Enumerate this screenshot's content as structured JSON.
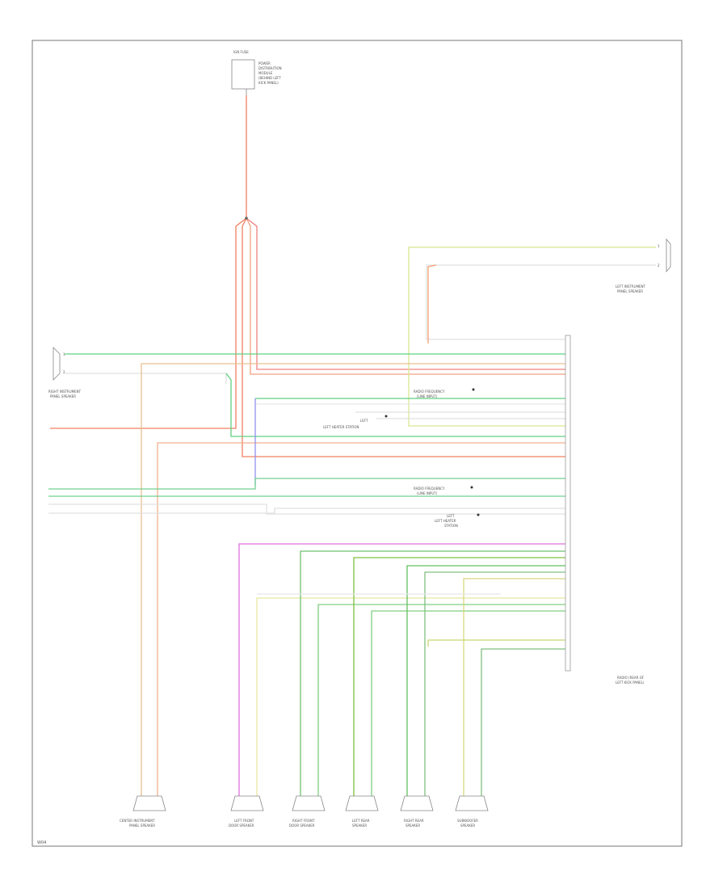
{
  "diagram": {
    "fuse": {
      "title": "IGN FUSE",
      "labels": [
        "POWER",
        "DISTRIBUTION",
        "MODULE",
        "(BEHIND LEFT",
        "KICK PANEL)"
      ]
    },
    "top_right_speaker": {
      "pins": [
        "1",
        "2"
      ],
      "label_lines": [
        "LEFT INSTRUMENT",
        "PANEL SPEAKER"
      ]
    },
    "left_speaker": {
      "pins": [
        "1",
        "2"
      ],
      "label_lines": [
        "RIGHT INSTRUMENT",
        "PANEL SPEAKER"
      ]
    },
    "main_connector": {
      "label_lines": [
        "RADIO (REAR OF",
        "LEFT KICK PANEL)"
      ]
    },
    "notes": [
      {
        "lines": [
          "RADIO FREQUENCY",
          "(LINE INPUT)"
        ]
      },
      {
        "lines": [
          "LEFT",
          "LEFT HEATER STATION"
        ]
      },
      {
        "lines": [
          "RADIO FREQUENCY",
          "(LINE INPUT)"
        ]
      },
      {
        "lines": [
          "LEFT",
          "LEFT HEATER",
          "STATION"
        ]
      }
    ],
    "speakers": [
      {
        "name": "center",
        "lines": [
          "CENTER INSTRUMENT",
          "PANEL SPEAKER"
        ]
      },
      {
        "name": "left-front-door",
        "lines": [
          "LEFT FRONT",
          "DOOR SPEAKER"
        ]
      },
      {
        "name": "right-front-door",
        "lines": [
          "RIGHT FRONT",
          "DOOR SPEAKER"
        ]
      },
      {
        "name": "left-rear",
        "lines": [
          "LEFT REAR",
          "SPEAKER"
        ]
      },
      {
        "name": "right-rear",
        "lines": [
          "RIGHT REAR",
          "SPEAKER"
        ]
      },
      {
        "name": "subwoofer",
        "lines": [
          "SUBWOOFER",
          "SPEAKER"
        ]
      }
    ],
    "footer_code": "W04"
  }
}
